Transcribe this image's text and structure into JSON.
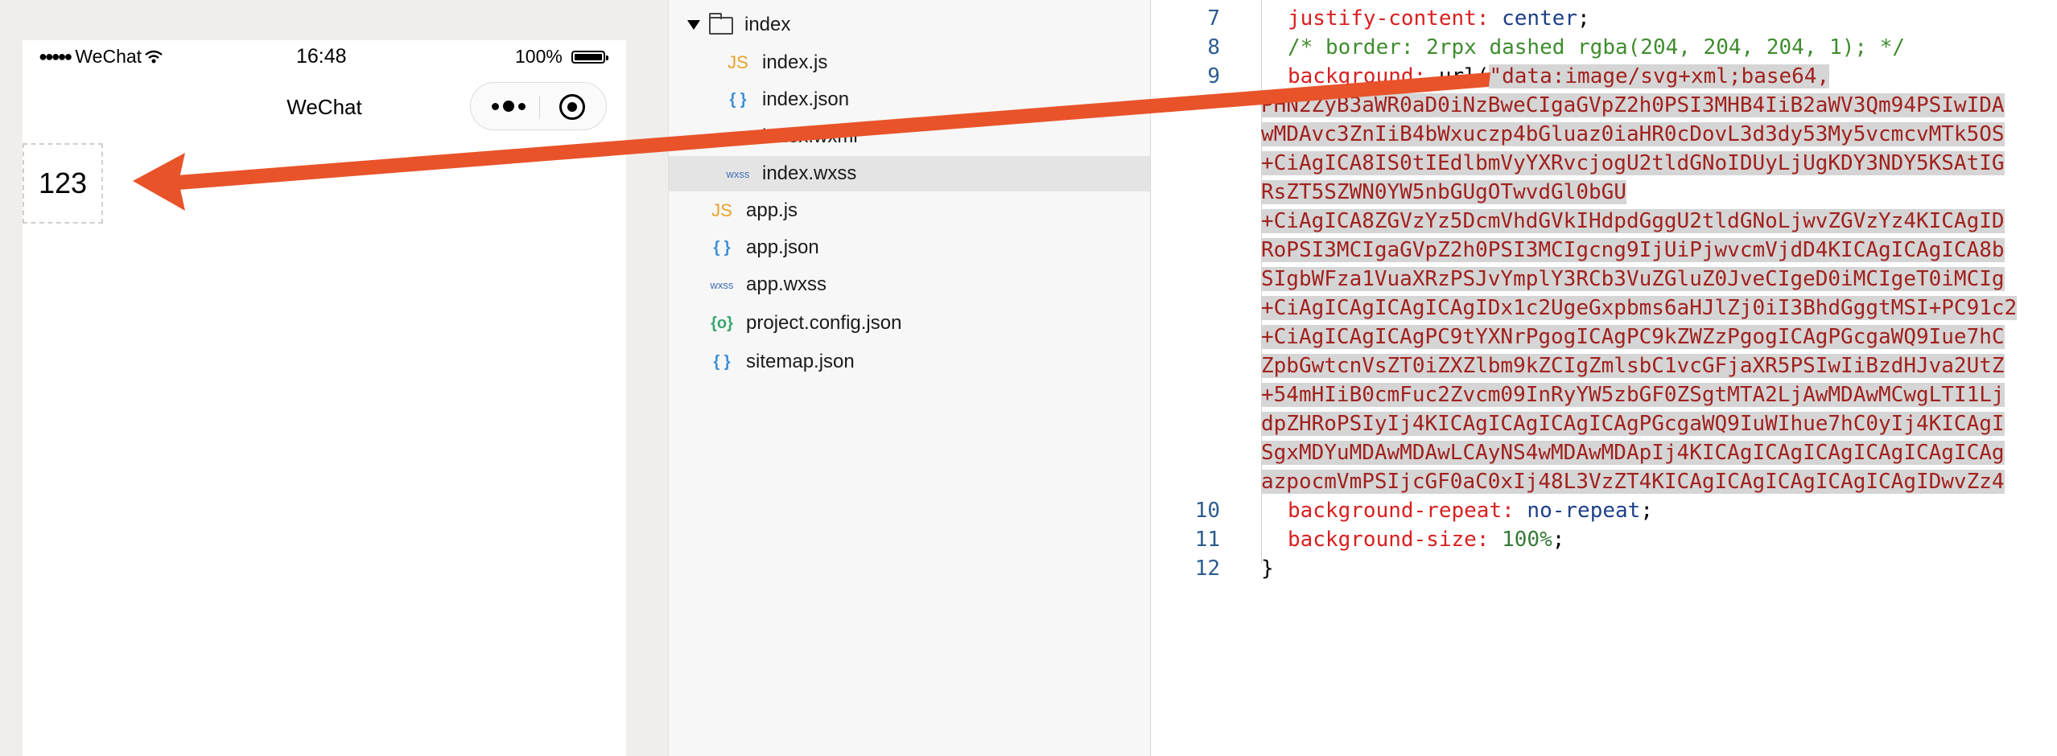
{
  "phone": {
    "carrier": "WeChat",
    "time": "16:48",
    "battery_pct": "100%",
    "nav_title": "WeChat",
    "box_text": "123"
  },
  "tree": {
    "folder": "index",
    "items": [
      {
        "icon": "JS",
        "name": "index.js"
      },
      {
        "icon": "{ }",
        "name": "index.json"
      },
      {
        "icon": "",
        "name": "index.wxml"
      },
      {
        "icon": "wxss",
        "name": "index.wxss"
      },
      {
        "icon": "JS",
        "name": "app.js"
      },
      {
        "icon": "{ }",
        "name": "app.json"
      },
      {
        "icon": "wxss",
        "name": "app.wxss"
      },
      {
        "icon": "{o}",
        "name": "project.config.json"
      },
      {
        "icon": "{ }",
        "name": "sitemap.json"
      }
    ]
  },
  "editor": {
    "line_numbers": [
      "7",
      "8",
      "9",
      "10",
      "11",
      "12"
    ],
    "line7": {
      "prop": "justify-content:",
      "value": "center",
      "end": ";"
    },
    "line8": {
      "comment": "/* border: 2rpx dashed rgba(204, 204, 204, 1); */"
    },
    "line9": {
      "prop": "background:",
      "func": "url(",
      "string": "\"data:image/svg+xml;base64,"
    },
    "base64_lines": [
      "PHN2ZyB3aWR0aD0iNzBweCIgaGVpZ2h0PSI3MHB4IiB2aWV3Qm94PSIwIDA",
      "wMDAvc3ZnIiB4bWxuczp4bGluaz0iaHR0cDovL3d3dy53My5vcmcvMTk5OS",
      "+CiAgICA8IS0tIEdlbmVyYXRvcjogU2tldGNoIDUyLjUgKDY3NDY5KSAtIG",
      "RsZT5SZWN0YW5nbGUgOTwvdGl0bGU",
      "+CiAgICA8ZGVzYz5DcmVhdGVkIHdpdGggU2tldGNoLjwvZGVzYz4KICAgID",
      "RoPSI3MCIgaGVpZ2h0PSI3MCIgcng9IjUiPjwvcmVjdD4KICAgICAgICA8b",
      "SIgbWFza1VuaXRzPSJvYmplY3RCb3VuZGluZ0JveCIgeD0iMCIgeT0iMCIg",
      "+CiAgICAgICAgICAgIDx1c2UgeGxpbms6aHJlZj0iI3BhdGggtMSI+PC91c2",
      "+CiAgICAgICAgPC9tYXNrPgogICAgPC9kZWZzPgogICAgPGcgaWQ9Iue7hC",
      "ZpbGwtcnVsZT0iZXZlbm9kZCIgZmlsbC1vcGFjaXR5PSIwIiBzdHJva2UtZ",
      "+54mHIiB0cmFuc2Zvcm09InRyYW5zbGF0ZSgtMTA2LjAwMDAwMCwgLTI1Lj",
      "dpZHRoPSIyIj4KICAgICAgICAgICAgPGcgaWQ9IuWIhue7hC0yIj4KICAgI",
      "SgxMDYuMDAwMDAwLCAyNS4wMDAwMDApIj4KICAgICAgICAgICAgICAgICAg",
      "azpocmVmPSIjcGF0aC0xIj48L3VzZT4KICAgICAgICAgICAgICAgIDwvZz4"
    ],
    "line10": {
      "prop": "background-repeat:",
      "value": "no-repeat",
      "end": ";"
    },
    "line11": {
      "prop": "background-size:",
      "value": "100%",
      "end": ";"
    },
    "line12": "}"
  }
}
